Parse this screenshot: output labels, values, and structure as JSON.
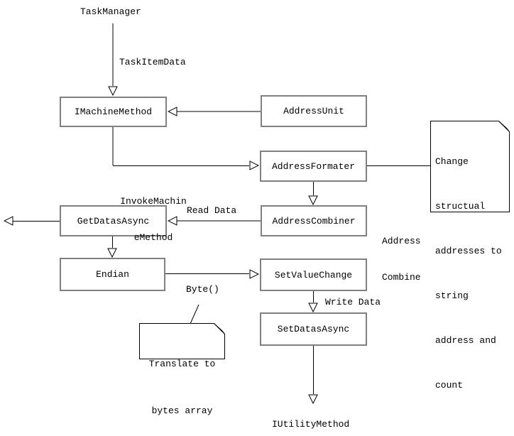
{
  "diagram": {
    "title_node": "TaskManager",
    "nodes": {
      "imachine_method": "IMachineMethod",
      "address_unit": "AddressUnit",
      "address_formater": "AddressFormater",
      "address_combiner": "AddressCombiner",
      "get_datas_async": "GetDatasAsync",
      "endian": "Endian",
      "set_value_change": "SetValueChange",
      "set_datas_async": "SetDatasAsync",
      "iutility_method": "IUtilityMethod"
    },
    "edge_labels": {
      "task_item_data": "TaskItemData",
      "invoke_machine_method_lines": [
        "InvokeMachin",
        "eMethod"
      ],
      "read_data": "Read Data",
      "address_combine_lines": [
        "Address",
        "Combine"
      ],
      "byte": "Byte()",
      "write_data": "Write Data"
    },
    "notes": {
      "change_structural_lines": [
        "Change",
        "structual",
        "addresses to",
        "string",
        "address and",
        "count"
      ],
      "translate_bytes_lines": [
        "Translate to",
        "bytes array"
      ]
    },
    "colors": {
      "background": "#ffffff",
      "box_border": "#808080",
      "connector_thick": "#808080",
      "connector_thin": "#000000",
      "note_border": "#000000",
      "text": "#000000"
    }
  }
}
